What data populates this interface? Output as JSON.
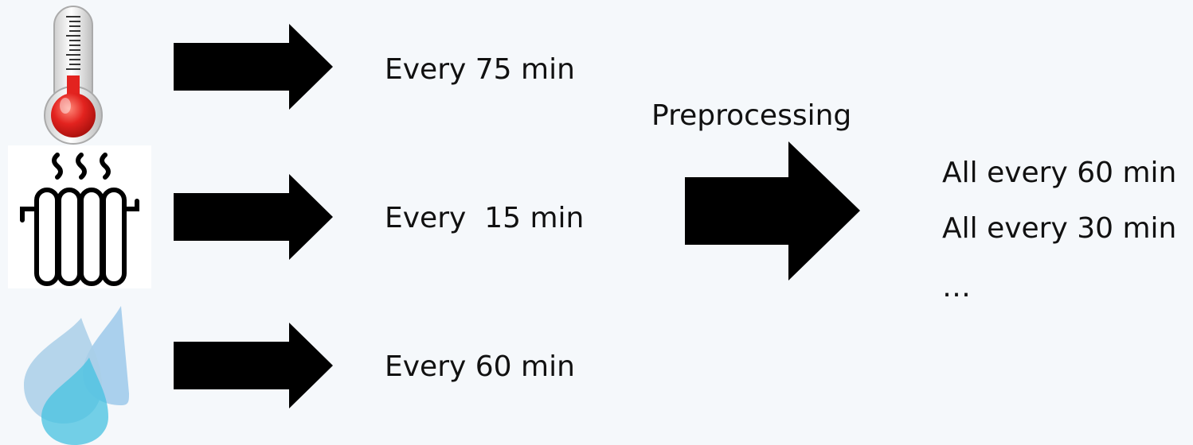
{
  "sources": [
    {
      "icon": "thermometer-icon",
      "interval_label": "Every 75 min"
    },
    {
      "icon": "radiator-icon",
      "interval_label": "Every  15 min"
    },
    {
      "icon": "water-drops-icon",
      "interval_label": "Every 60 min"
    }
  ],
  "preprocessing": {
    "label": "Preprocessing"
  },
  "outputs": [
    "All every 60 min",
    "All every 30 min",
    "…"
  ],
  "colors": {
    "background": "#f5f8fb",
    "arrow": "#000000",
    "thermometer_red": "#e3231f",
    "drop_light": "#9cc9ea",
    "drop_cyan": "#45c1e0"
  }
}
